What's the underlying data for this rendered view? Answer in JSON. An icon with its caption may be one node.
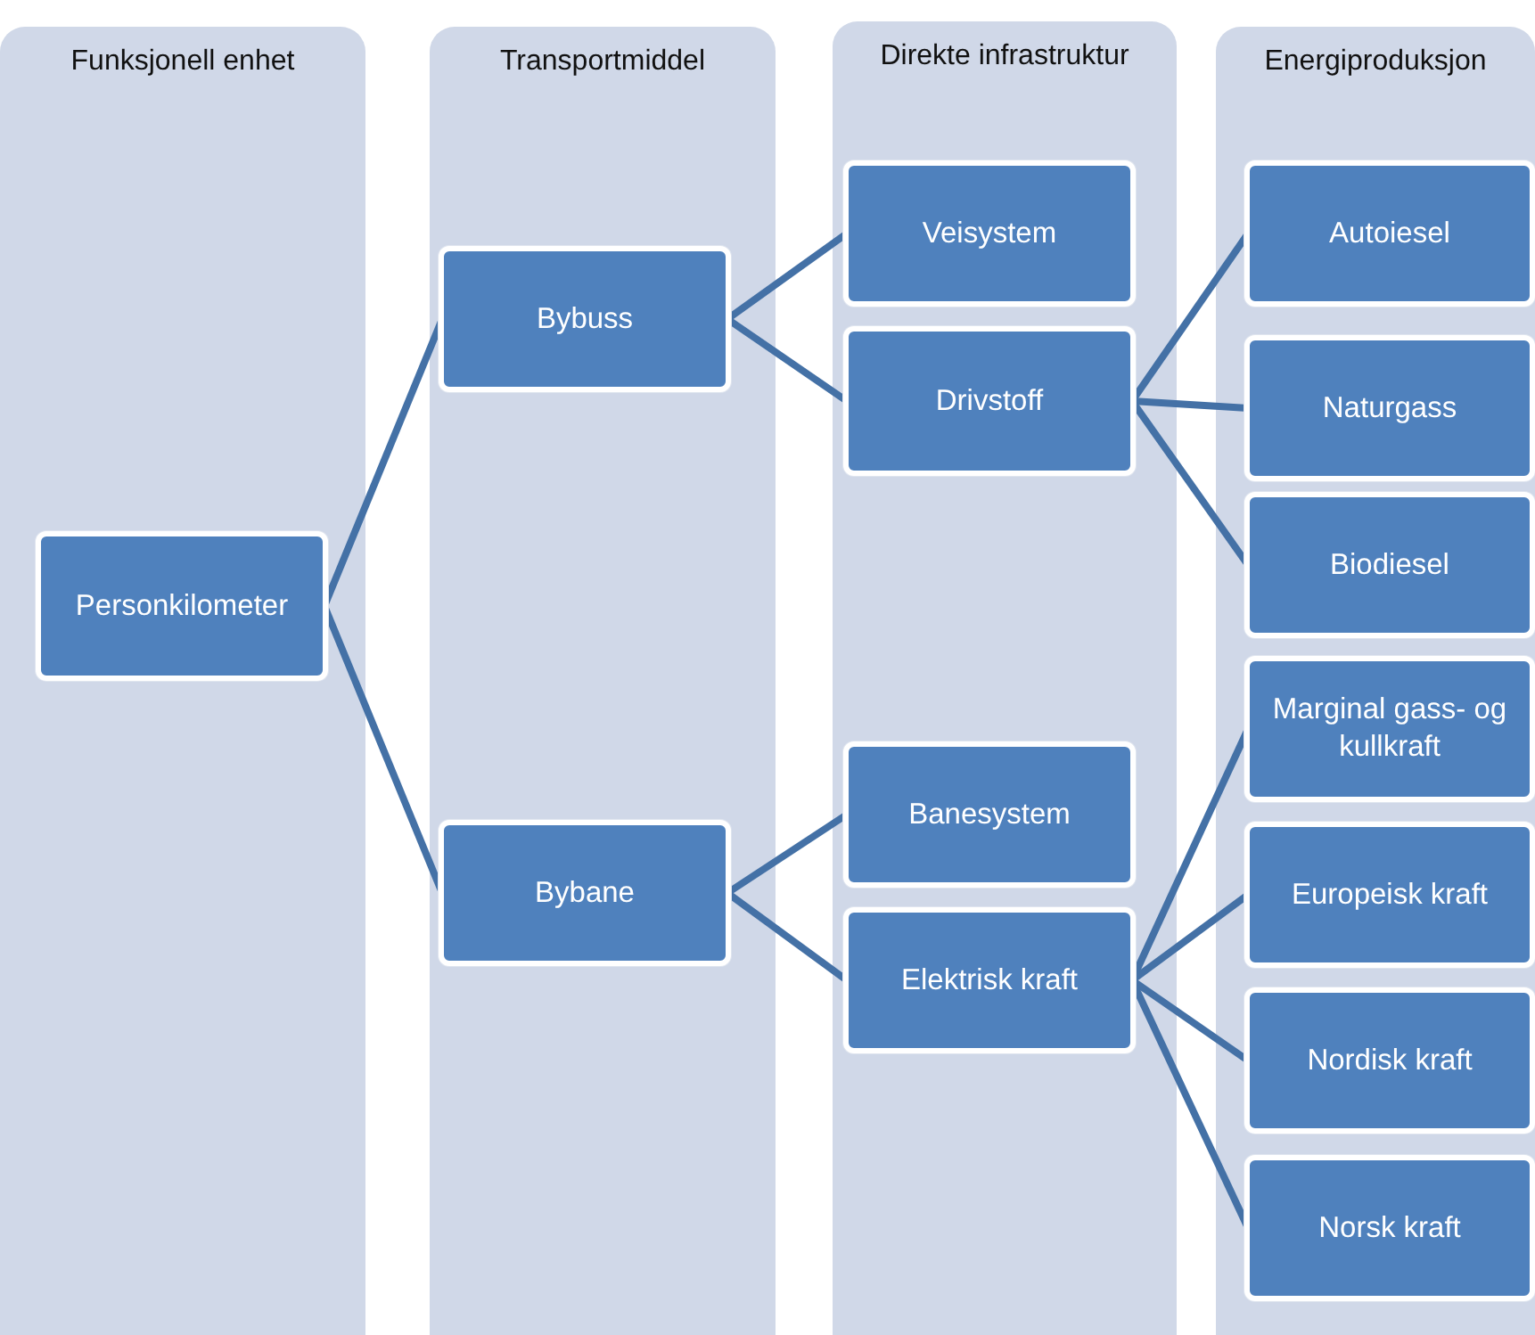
{
  "diagram": {
    "nodes": [
      {
        "text": [
          "Funksjonell enhet"
        ]
      },
      {
        "text": [
          "Personkilometer"
        ],
        "in": 0
      },
      {
        "text": [
          "Transportmiddel"
        ]
      },
      {
        "text": [
          "Bybuss"
        ],
        "in": 2
      },
      {
        "text": [
          "Bybane"
        ],
        "in": 2
      },
      {
        "text": [
          "Direkte infrastruktur"
        ]
      },
      {
        "text": [
          "Veisystem"
        ],
        "in": 5
      },
      {
        "text": [
          "Drivstoff"
        ],
        "in": 5
      },
      {
        "text": [
          "Banesystem"
        ],
        "in": 5
      },
      {
        "text": [
          "Elektrisk kraft"
        ],
        "in": 5
      },
      {
        "text": [
          "Energiproduksjon"
        ]
      },
      {
        "text": [
          "Autoiesel"
        ],
        "in": 10
      },
      {
        "text": [
          "Naturgass"
        ],
        "in": 10
      },
      {
        "text": [
          "Biodiesel"
        ],
        "in": 10
      },
      {
        "text": [
          "Marginal gass- og kullkraft"
        ],
        "in": 10
      },
      {
        "text": [
          "Europeisk kraft"
        ],
        "in": 10
      },
      {
        "text": [
          "Nordisk kraft"
        ],
        "in": 10
      },
      {
        "text": [
          "Norsk kraft"
        ],
        "in": 10
      }
    ],
    "edges": [
      {
        "from": 1,
        "to": 3,
        "arrow": "none"
      },
      {
        "from": 1,
        "to": 4,
        "arrow": "none"
      },
      {
        "from": 3,
        "to": 6,
        "arrow": "none"
      },
      {
        "from": 3,
        "to": 7,
        "arrow": "none"
      },
      {
        "from": 4,
        "to": 8,
        "arrow": "none"
      },
      {
        "from": 4,
        "to": 9,
        "arrow": "none"
      },
      {
        "from": 7,
        "to": 11,
        "arrow": "none"
      },
      {
        "from": 7,
        "to": 12,
        "arrow": "none"
      },
      {
        "from": 7,
        "to": 13,
        "arrow": "none"
      },
      {
        "from": 9,
        "to": 14,
        "arrow": "none"
      },
      {
        "from": 9,
        "to": 15,
        "arrow": "none"
      },
      {
        "from": 9,
        "to": 16,
        "arrow": "none"
      },
      {
        "from": 9,
        "to": 17,
        "arrow": "none"
      }
    ]
  }
}
